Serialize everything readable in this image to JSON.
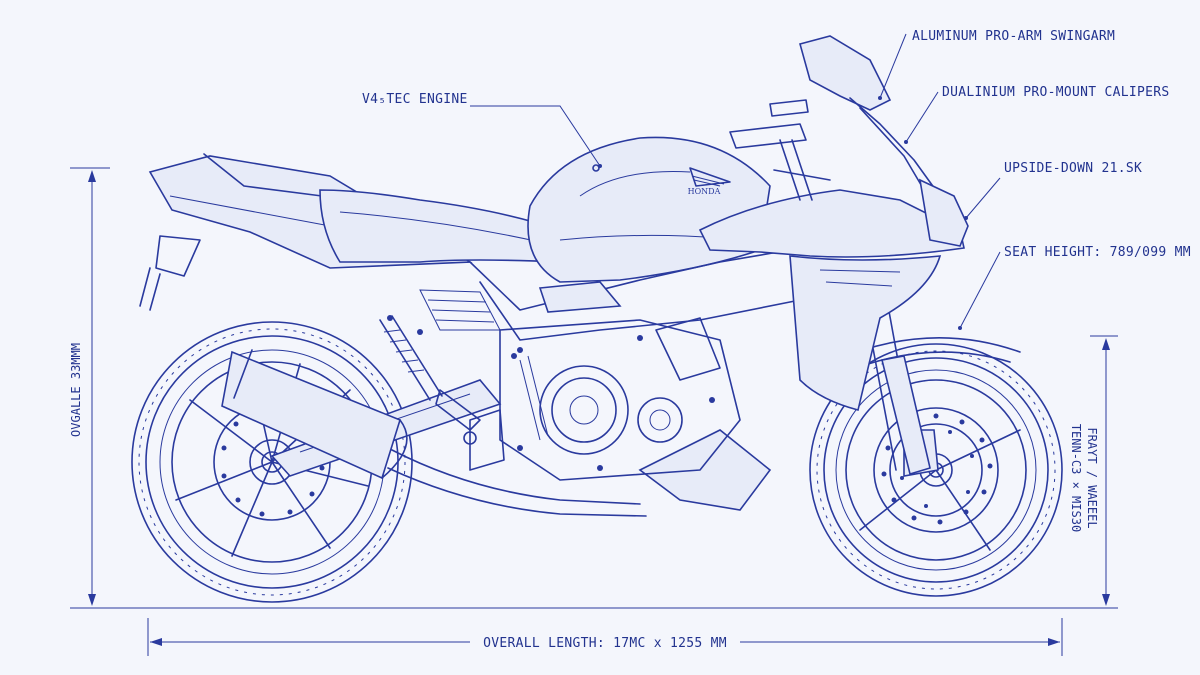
{
  "callouts": {
    "swingarm": "ALUMINUM PRO-ARM SWINGARM",
    "calipers": "DUALINIUM PRO-MOUNT CALIPERS",
    "engine": "V4₅TEC ENGINE",
    "fork": "UPSIDE-DOWN 21.SK",
    "seat_height": "SEAT HEIGHT: 789/099 MM"
  },
  "dimensions": {
    "overall_length": "OVERALL LENGTH: 17MC x 1255 MM",
    "overall_height": "OVGALLE 33MMM",
    "front_wheel_line1": "FRAYT / WAEEEL",
    "front_wheel_line2": "TENN-C3 × MIS30"
  },
  "tank_badge": "HONDA",
  "colors": {
    "ink": "#2a3a9e",
    "paper": "#f4f6fc"
  }
}
